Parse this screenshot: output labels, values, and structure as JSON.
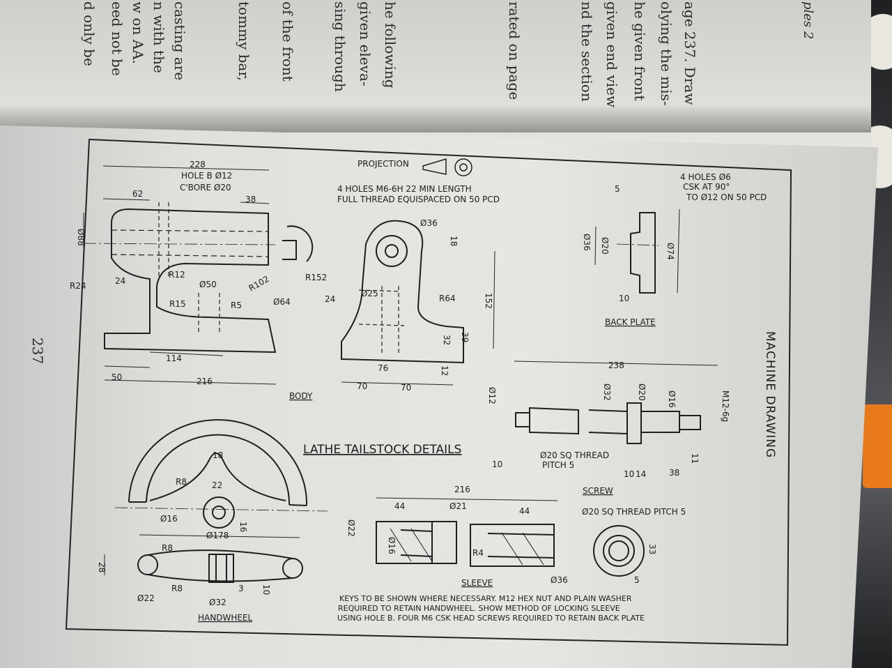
{
  "left_page": {
    "running_head": "ples 2",
    "text_lines": [
      "age 237. Draw",
      "olying the mis-",
      "he given front",
      "given end view",
      "nd the section",
      "rated on page",
      "he following",
      "given eleva-",
      "sing through",
      "of the front",
      "tommy bar,",
      "casting are",
      "n with the",
      "w on AA.",
      "eed not be",
      "d only be"
    ]
  },
  "page_number": "237",
  "drawing": {
    "title": "LATHE TAILSTOCK DETAILS",
    "side_title": "MACHINE DRAWING",
    "projection_label": "PROJECTION",
    "notes": {
      "hole_b": "HOLE B Ø12",
      "cbore": "C'BORE Ø20",
      "m6_holes_1": "4 HOLES M6-6H 22 MIN LENGTH",
      "m6_holes_2": "FULL THREAD EQUISPACED ON 50 PCD",
      "back_holes_1": "4 HOLES Ø6",
      "back_holes_2": "CSK AT 90°",
      "back_holes_3": "TO Ø12 ON 50 PCD",
      "sq_thread_screw_1": "Ø20 SQ THREAD",
      "sq_thread_screw_2": "PITCH 5",
      "sq_thread_sleeve": "Ø20 SQ THREAD PITCH 5",
      "keys_1": "KEYS TO BE SHOWN WHERE NECESSARY. M12 HEX NUT AND PLAIN WASHER",
      "keys_2": "REQUIRED TO RETAIN HANDWHEEL. SHOW METHOD OF LOCKING SLEEVE",
      "keys_3": "USING HOLE B. FOUR M6 CSK HEAD SCREWS REQUIRED TO RETAIN BACK PLATE"
    },
    "part_labels": {
      "body": "BODY",
      "back_plate": "BACK PLATE",
      "screw": "SCREW",
      "sleeve": "SLEEVE",
      "handwheel": "HANDWHEEL"
    },
    "dims": {
      "d228": "228",
      "d62": "62",
      "d38a": "38",
      "d88": "Ø88",
      "r24": "R24",
      "d24a": "24",
      "r12": "R12",
      "d50": "Ø50",
      "r15": "R15",
      "r5": "R5",
      "r102": "R102",
      "d64": "Ø64",
      "d114": "114",
      "d50b": "50",
      "d216": "216",
      "r152": "R152",
      "d36a": "Ø36",
      "d18a": "18",
      "d25": "Ø25",
      "r64": "R64",
      "d24b": "24",
      "d152": "152",
      "d32": "32",
      "d39": "39",
      "d76": "76",
      "d70a": "70",
      "d70b": "70",
      "d12a": "12",
      "d5": "5",
      "d36b": "Ø36",
      "d20": "Ø20",
      "d74": "Ø74",
      "d10a": "10",
      "d238": "238",
      "d12b": "Ø12",
      "d32b": "Ø32",
      "d20b": "Ø20",
      "d16a": "Ø16",
      "m12": "M12-6g",
      "d10b": "10",
      "d14": "14",
      "d38b": "38",
      "d11": "11",
      "d10c": "10",
      "d216b": "216",
      "d44a": "44",
      "d21": "Ø21",
      "d44b": "44",
      "d22": "Ø22",
      "d16b": "Ø16",
      "r4": "R4",
      "d36c": "Ø36",
      "d33": "33",
      "d5b": "5",
      "d18b": "18",
      "r8a": "R8",
      "d22b": "22",
      "d16c": "Ø16",
      "d16d": "16",
      "d178": "Ø178",
      "r8b": "R8",
      "d28": "28",
      "r8c": "R8",
      "d3": "3",
      "d10d": "10",
      "d22c": "Ø22",
      "d32c": "Ø32"
    }
  }
}
